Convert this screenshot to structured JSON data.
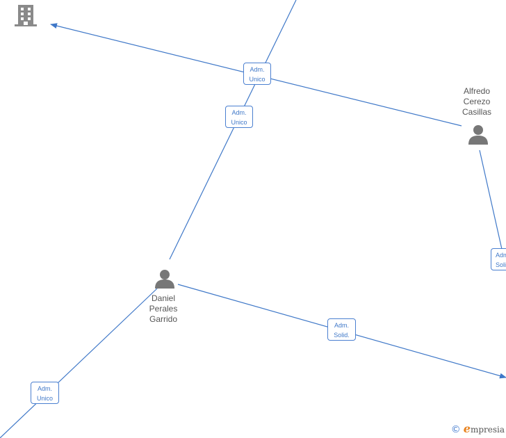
{
  "nodes": {
    "alfredo": {
      "name_lines": [
        "Alfredo",
        "Cerezo",
        "Casillas"
      ]
    },
    "daniel": {
      "name_lines": [
        "Daniel",
        "Perales",
        "Garrido"
      ]
    }
  },
  "edges": {
    "e1": [
      "Adm.",
      "Unico"
    ],
    "e2": [
      "Adm.",
      "Unico"
    ],
    "e3": [
      "Adm.",
      "Solid."
    ],
    "e4": [
      "Adm.",
      "Unico"
    ],
    "e5": [
      "Adm.",
      "Solid."
    ]
  },
  "brand": {
    "copyright": "©",
    "initial": "e",
    "rest": "mpresia"
  },
  "colors": {
    "edge": "#3f78c8",
    "icon": "#777777",
    "building": "#8a8a8a"
  }
}
